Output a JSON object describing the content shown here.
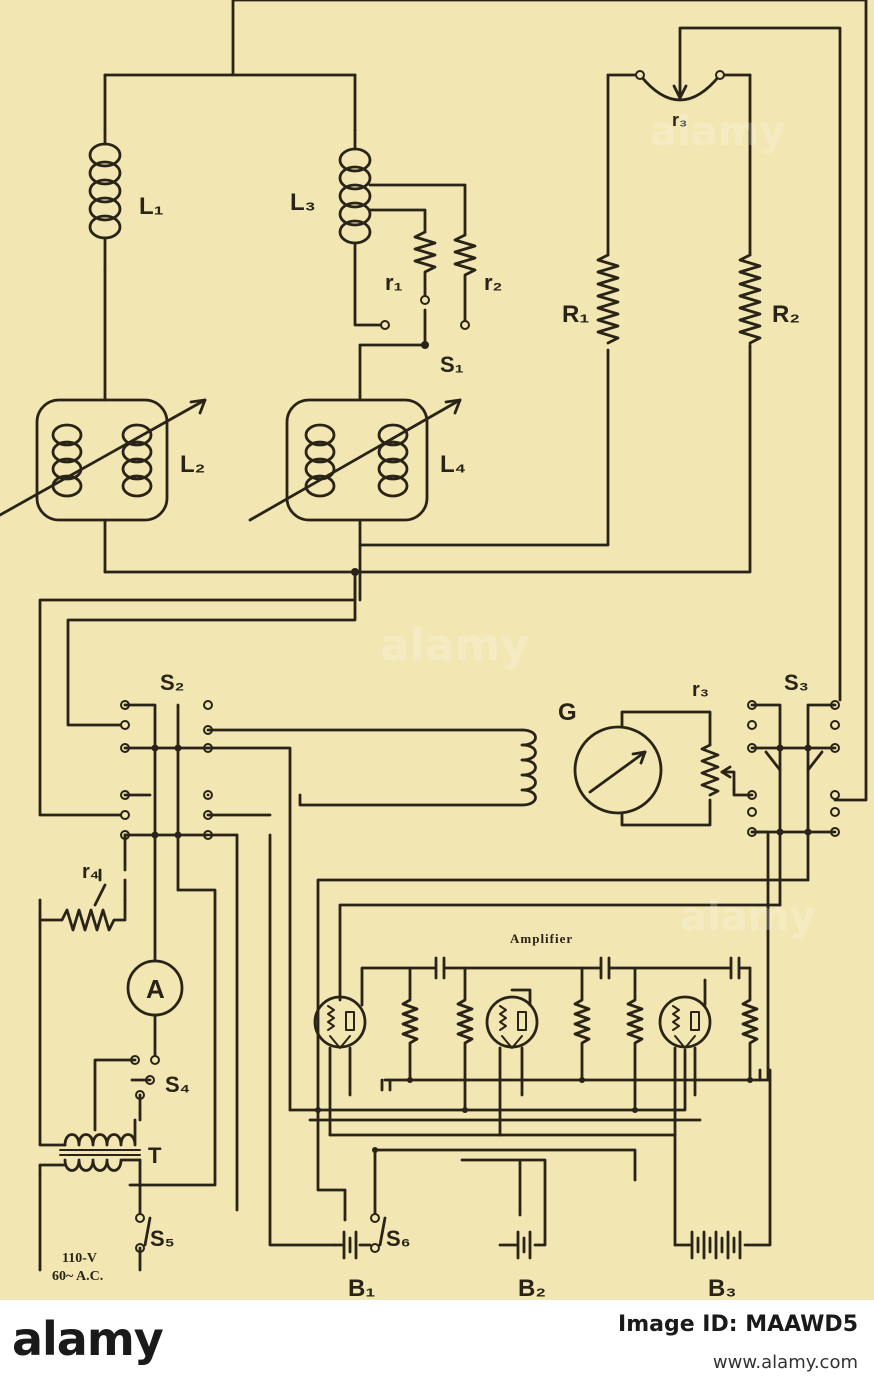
{
  "labels": {
    "L1": "L₁",
    "L2": "L₂",
    "L3": "L₃",
    "L4": "L₄",
    "r1": "r₁",
    "r2": "r₂",
    "r3": "r₃",
    "r3b": "r₃",
    "r4": "r₄",
    "R1": "R₁",
    "R2": "R₂",
    "S1": "S₁",
    "S2": "S₂",
    "S3": "S₃",
    "S4": "S₄",
    "S5": "S₅",
    "S6": "S₆",
    "G": "G",
    "A": "A",
    "T": "T",
    "B1": "B₁",
    "B2": "B₂",
    "B3": "B₃",
    "amplifier": "Amplifier",
    "supply_line1": "110-V",
    "supply_line2": "60~ A.C."
  },
  "watermark": "alamy",
  "footer": {
    "brand": "alamy",
    "image_id": "Image ID: MAAWD5",
    "site": "www.alamy.com"
  },
  "colors": {
    "background": "#f2e6b2",
    "ink": "#2a2418",
    "footer": "#ffffff"
  }
}
